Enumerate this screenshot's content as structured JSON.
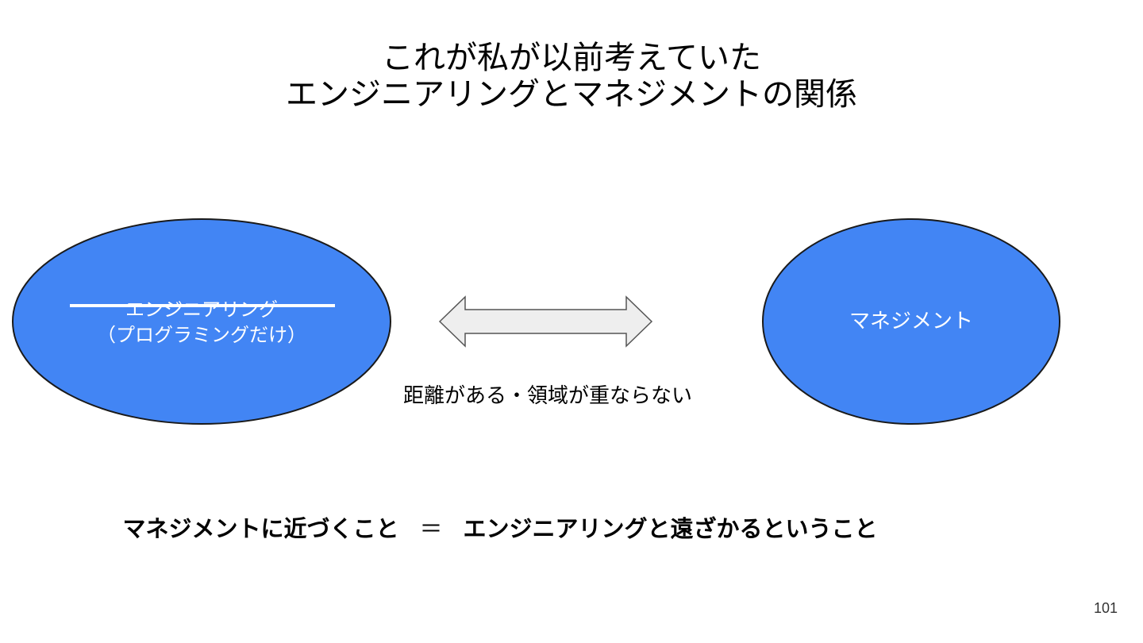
{
  "slide": {
    "title_line1": "これが私が以前考えていた",
    "title_line2": "エンジニアリングとマネジメントの関係",
    "page_number": "101"
  },
  "diagram": {
    "left_node": {
      "label_line1": "エンジニアリング",
      "label_line2": "（プログラミングだけ）",
      "label_struck_through": true
    },
    "right_node": {
      "label": "マネジメント"
    },
    "connector": {
      "type": "double-headed-arrow",
      "caption": "距離がある・領域が重ならない"
    },
    "colors": {
      "node_fill": "#4285f4",
      "node_stroke": "#1a1a1a",
      "arrow_fill": "#eeeeee",
      "arrow_stroke": "#555555"
    }
  },
  "conclusion": {
    "left": "マネジメントに近づくこと",
    "operator": "＝",
    "right": "エンジニアリングと遠ざかるということ"
  }
}
